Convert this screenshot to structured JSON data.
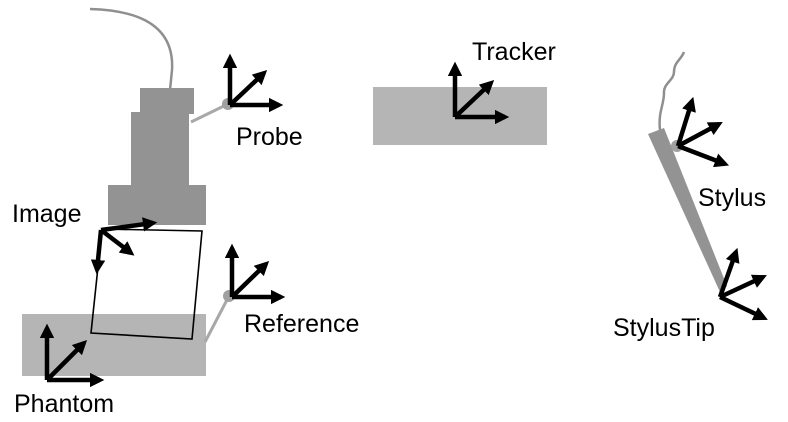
{
  "labels": {
    "tracker": "Tracker",
    "probe": "Probe",
    "image": "Image",
    "reference": "Reference",
    "phantom": "Phantom",
    "stylus": "Stylus",
    "stylus_tip": "StylusTip"
  },
  "colors": {
    "body_light": "#b5b5b5",
    "body_dark": "#939393",
    "cable": "#8f8f8f",
    "axes": "#000000"
  }
}
